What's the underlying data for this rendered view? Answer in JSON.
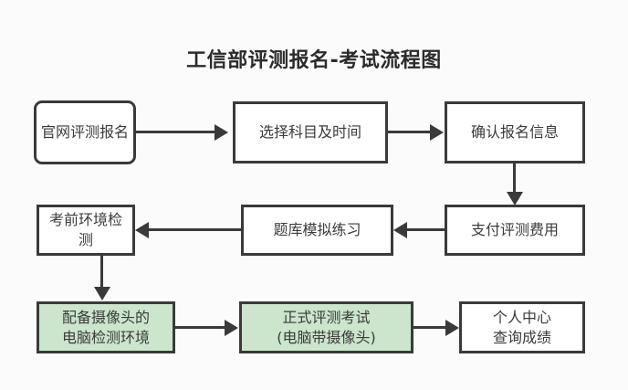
{
  "chart_data": {
    "type": "diagram",
    "diagram_kind": "flowchart",
    "title": "工信部评测报名-考试流程图",
    "nodes": [
      {
        "id": "n1",
        "label": "官网评测报名",
        "shape": "rounded-rect",
        "fill": "#ffffff",
        "row": 1,
        "col": 1
      },
      {
        "id": "n2",
        "label": "选择科目及时间",
        "shape": "rect",
        "fill": "#ffffff",
        "row": 1,
        "col": 2
      },
      {
        "id": "n3",
        "label": "确认报名信息",
        "shape": "rect",
        "fill": "#ffffff",
        "row": 1,
        "col": 3
      },
      {
        "id": "n4",
        "label": "支付评测费用",
        "shape": "rect",
        "fill": "#ffffff",
        "row": 2,
        "col": 3
      },
      {
        "id": "n5",
        "label": "题库模拟练习",
        "shape": "rect",
        "fill": "#ffffff",
        "row": 2,
        "col": 2
      },
      {
        "id": "n6",
        "label": "考前环境检测",
        "shape": "rect",
        "fill": "#ffffff",
        "row": 2,
        "col": 1
      },
      {
        "id": "n7",
        "label": "配备摄像头的\n电脑检测环境",
        "shape": "rect",
        "fill": "#cce5cd",
        "row": 3,
        "col": 1
      },
      {
        "id": "n8",
        "label": "正式评测考试\n(电脑带摄像头)",
        "shape": "rect",
        "fill": "#cce5cd",
        "row": 3,
        "col": 2
      },
      {
        "id": "n9",
        "label": "个人中心\n查询成绩",
        "shape": "rect",
        "fill": "#ffffff",
        "row": 3,
        "col": 3
      }
    ],
    "edges": [
      {
        "from": "n1",
        "to": "n2",
        "direction": "right"
      },
      {
        "from": "n2",
        "to": "n3",
        "direction": "right"
      },
      {
        "from": "n3",
        "to": "n4",
        "direction": "down"
      },
      {
        "from": "n4",
        "to": "n5",
        "direction": "left"
      },
      {
        "from": "n5",
        "to": "n6",
        "direction": "left"
      },
      {
        "from": "n6",
        "to": "n7",
        "direction": "down"
      },
      {
        "from": "n7",
        "to": "n8",
        "direction": "right"
      },
      {
        "from": "n8",
        "to": "n9",
        "direction": "right"
      }
    ],
    "colors": {
      "background": "#fbfbfb",
      "node_border": "#3a3a3a",
      "node_fill_default": "#ffffff",
      "node_fill_highlight": "#cce5cd",
      "text": "#3b3b3b",
      "title_text": "#2b2b2b",
      "edge": "#3a3a3a"
    }
  }
}
